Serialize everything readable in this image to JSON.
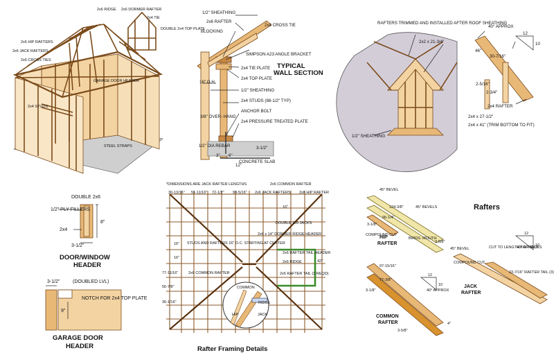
{
  "cutaway_labels": [
    "2x6 RIDGE",
    "2x6 HIP RAFTERS",
    "2x6 DORMER RAFTER",
    "2x4 TIE",
    "DOUBLE 2x4 TOP PLATE",
    "2x6 CROSS TIES",
    "2x6 JACK RAFTERS",
    "2x4 STUDS",
    "GARAGE DOOR HEADER",
    "STEEL STRAPS"
  ],
  "wall_section": {
    "title_line1": "TYPICAL",
    "title_line2": "WALL SECTION",
    "labels": [
      "1/2\" SHEATHING",
      "2x6 RAFTER",
      "BLOCKING",
      "2x4 CROSS TIE",
      "SIMPSON A23 ANGLE BRACKET",
      "2x4 TIE PLATE",
      "2x4 TOP PLATE",
      "1/2\" SHEATHING",
      "2x4 STUDS (88-1/2\" TYP)",
      "ANCHOR BOLT",
      "2x4 PRESSURE TREATED PLATE",
      "1/2\" DIA REBAR",
      "CONCRETE SLAB",
      "3/8\" OVER- HANG",
      "16\" O.H."
    ],
    "dims": [
      "3-1/2\"",
      "3\"",
      "6\"",
      "12\""
    ]
  },
  "dormer_detail": {
    "labels": [
      "RAFTERS TRIMMED AND INSTALLED AFTER ROOF SHEATHING",
      "2x2 x 21-3/4\"",
      "1/2\" SHEATHING"
    ]
  },
  "rafter_detail_top": {
    "labels": [
      "40° APPROX",
      "12",
      "10",
      "46\"",
      "30-7/16\"",
      "2-5/16\"",
      "2-3/4\"",
      "2x4 RAFTER",
      "2x4 x 27-1/2\"",
      "2x4 x 41\" (TRIM BOTTOM TO FIT)"
    ]
  },
  "headers": {
    "door_window": {
      "title_line1": "DOOR/WINDOW",
      "title_line2": "HEADER",
      "labels": [
        "DOUBLE 2x6",
        "1/2\" PLY FILLERS",
        "2x4",
        "3-1/2\"",
        "8\""
      ]
    },
    "garage": {
      "title_line1": "GARAGE DOOR",
      "title_line2": "HEADER",
      "labels": [
        "3-1/2\"",
        "(DOUBLED LVL)",
        "NOTCH FOR 2x4 TOP PLATE",
        "9\""
      ]
    }
  },
  "rafter_framing": {
    "title": "Rafter Framing Details",
    "note": "*DIMENSIONS ARE JACK RAFTER LENGTHS",
    "labels": [
      "2x6 COMMON RAFTER",
      "2x6 JACK RAFTERS",
      "2x6 HIP RAFTER",
      "DOUBLE 2x6 JACKS",
      "2x6 x 14\" DORMER RIDGE HEADER",
      "2x6 RAFTER TAIL HEADER",
      "2x6 RIDGE",
      "2x6 RAFTER TAIL (3 REQD)",
      "STUDS AND RAFTERS 16\" O.C. STARTING AT CENTER",
      "2x6 COMMON RAFTER",
      "COMMON",
      "RIDGE",
      "HIP",
      "JACK"
    ],
    "top_dims": [
      "30-13/16\"",
      "51-11/16\"",
      "72-1/2\"",
      "93-5/16\""
    ],
    "side_dims": [
      "16\"",
      "16\"",
      "77-11/16\"",
      "56-7/8\"",
      "36-1/16\"",
      "42\"",
      "16\""
    ]
  },
  "rafters": {
    "title": "Rafters",
    "hip": {
      "label_line1": "HIP",
      "label_line2": "RAFTER",
      "labels": [
        "45° BEVEL",
        "124-3/8\"",
        "96-1/4\"",
        "45° BEVELS",
        "3-1/8\"",
        "COMPOUND CUT",
        "BIRDS- MOUTH",
        "3-5/8\""
      ]
    },
    "common": {
      "label_line1": "COMMON",
      "label_line2": "RAFTER",
      "labels": [
        "97-15/16\"",
        "77-3/8\"",
        "12",
        "10",
        "40° APPROX",
        "3-1/8\"",
        "3-5/8\"",
        "4\""
      ]
    },
    "jack": {
      "label_line1": "JACK",
      "label_line2": "RAFTER",
      "labels": [
        "CUT TO LENGTH FOR JACKS",
        "12",
        "10",
        "40° APPROX",
        "45° BEVEL",
        "COMPOUND CUT",
        "23-7/16\" RAFTER TAIL (3)"
      ]
    }
  }
}
